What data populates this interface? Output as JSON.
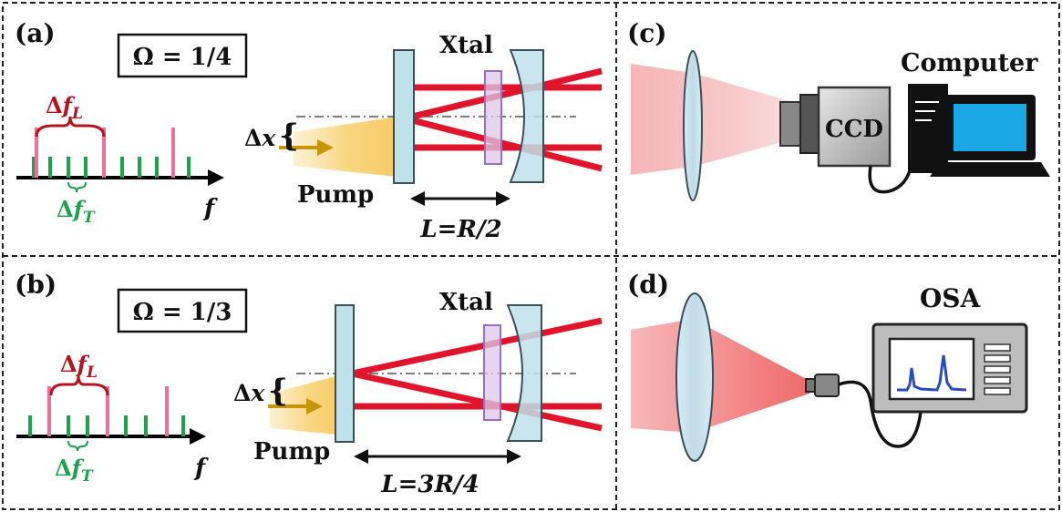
{
  "panels": {
    "a": {
      "tag": "(a)",
      "omega": "Ω = 1/4",
      "delta_fL": "ΔfL",
      "delta_fT": "ΔfT",
      "f_axis": "f",
      "delta_x": "Δx",
      "pump": "Pump",
      "xtal": "Xtal",
      "length": "L=R/2"
    },
    "b": {
      "tag": "(b)",
      "omega": "Ω = 1/3",
      "delta_fL": "ΔfL",
      "delta_fT": "ΔfT",
      "f_axis": "f",
      "delta_x": "Δx",
      "pump": "Pump",
      "xtal": "Xtal",
      "length": "L=3R/4"
    },
    "c": {
      "tag": "(c)",
      "camera": "CCD",
      "computer": "Computer"
    },
    "d": {
      "tag": "(d)",
      "analyzer": "OSA"
    }
  },
  "colors": {
    "laser_line": "#e0142a",
    "pump_beam": "#f5c14a",
    "pump_arrow": "#c8960a",
    "comb_green": "#1aa34a",
    "comb_pink": "#ee6f9a",
    "fl_label": "#b3141e",
    "ft_label": "#1aa34a",
    "mirror_fill": "#bfe1ea",
    "crystal_fill": "#dcc7ea",
    "crystal_stroke": "#9a6fc0",
    "screen_blue": "#1aa7e6",
    "spectrum_blue": "#2a4cc0"
  }
}
